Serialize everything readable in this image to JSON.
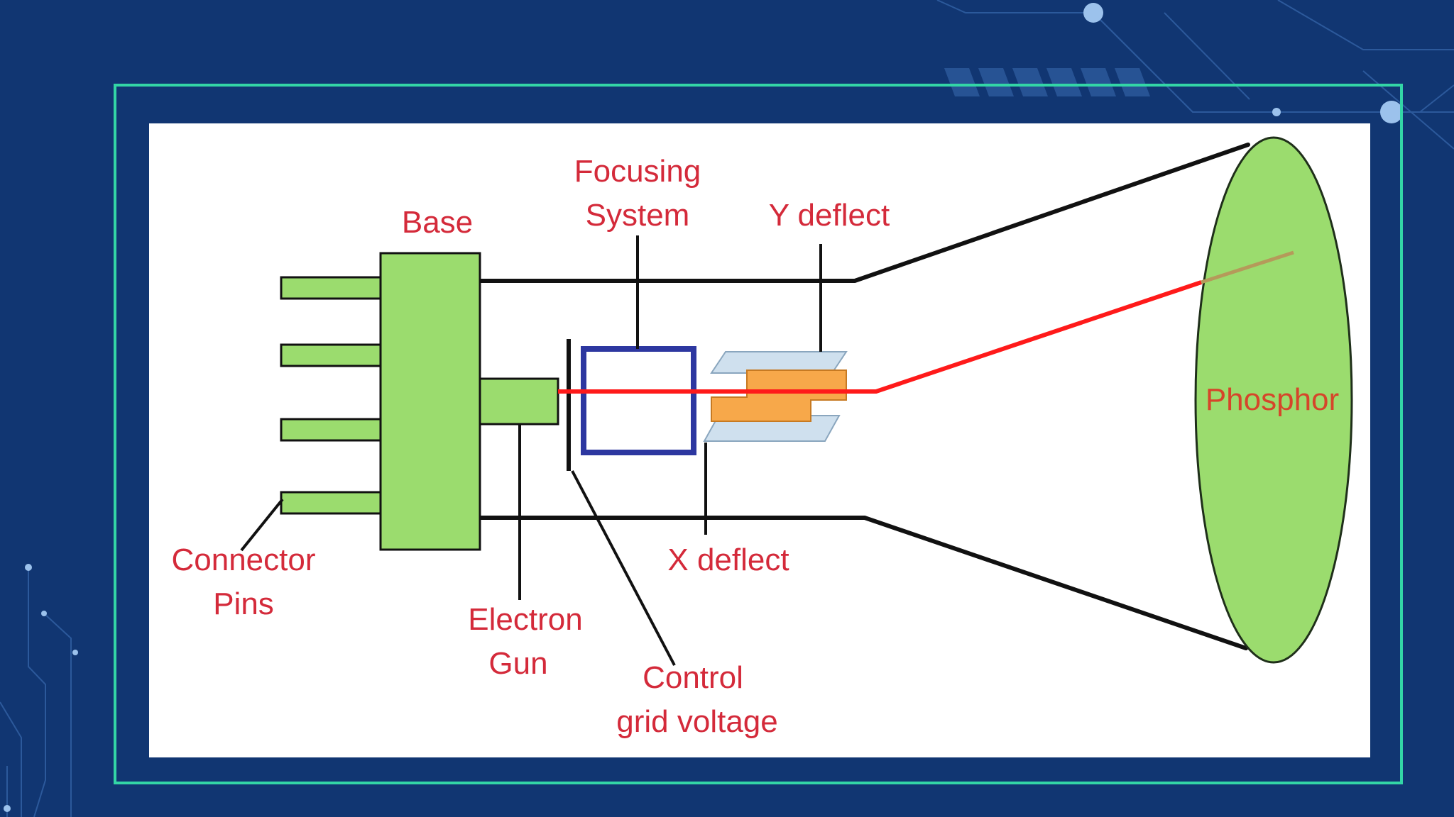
{
  "labels": {
    "base": "Base",
    "focusing_line1": "Focusing",
    "focusing_line2": "System",
    "y_deflect": "Y deflect",
    "x_deflect": "X deflect",
    "phosphor": "Phosphor",
    "connector_line1": "Connector",
    "connector_line2": "Pins",
    "electron_line1": "Electron",
    "electron_line2": "Gun",
    "control_line1": "Control",
    "control_line2": "grid voltage"
  },
  "colors": {
    "background": "#113672",
    "frame": "#33d6a6",
    "label": "#d42a3a",
    "component_green": "#9bdc6e",
    "focus_box": "#2d37a0",
    "beam": "#ff1a1a",
    "plate_orange": "#f7a84a",
    "plate_blue": "#cfe0ee"
  }
}
